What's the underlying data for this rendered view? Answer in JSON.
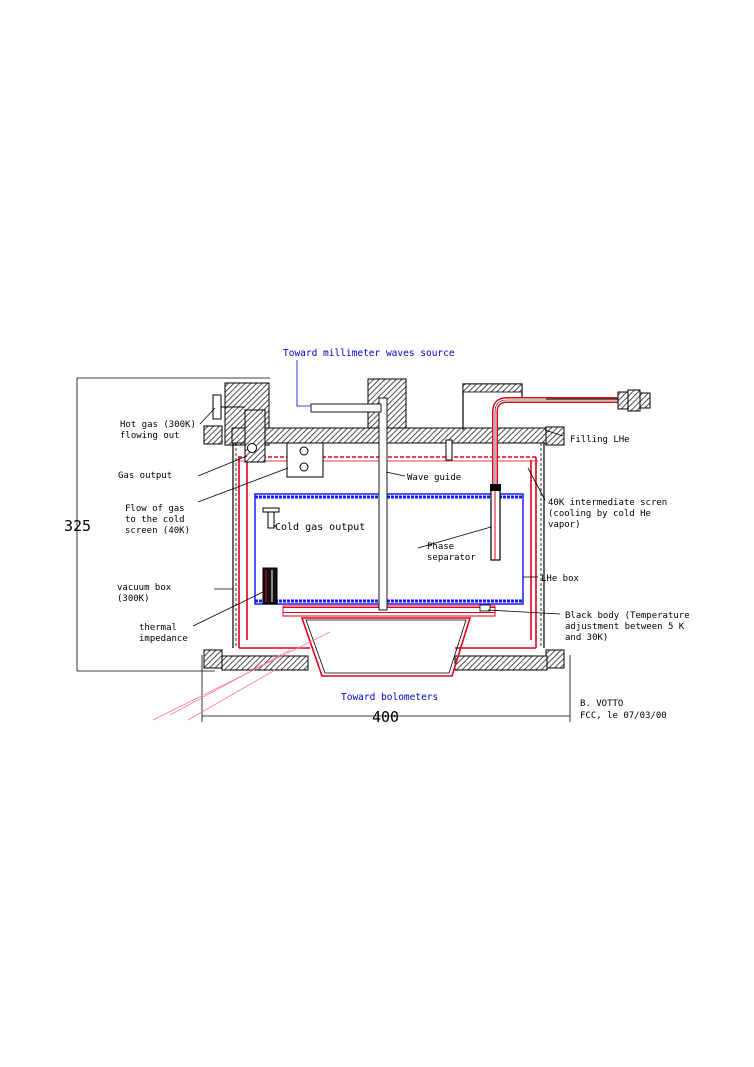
{
  "labels": {
    "toward_source": "Toward millimeter waves source",
    "hot_gas_1": "Hot gas (300K)",
    "hot_gas_2": "flowing out",
    "filling": "Filling LHe",
    "gas_output": "Gas output",
    "wave_guide": "Wave guide",
    "screen_1": "40K intermediate scren",
    "screen_2": "(cooling by cold He",
    "screen_3": "vapor)",
    "flow_1": "Flow of gas",
    "flow_2": "to the cold",
    "flow_3": "screen (40K)",
    "cold_gas": "Cold gas output",
    "phase_1": "Phase",
    "phase_2": "separator",
    "vacuum_1": "vacuum box",
    "vacuum_2": "(300K)",
    "lhe_box": "LHe box",
    "thermal_1": "thermal",
    "thermal_2": "impedance",
    "bb_1": "Black body (Temperature",
    "bb_2": "adjustment between 5 K",
    "bb_3": "and 30K)",
    "toward_bolo": "Toward bolometers",
    "author": "B. VOTTO",
    "date": "FCC, le 07/03/00",
    "dim_height": "325",
    "dim_width": "400"
  },
  "colors": {
    "outline": "#000000",
    "hatch": "#333333",
    "red": "#e3001b",
    "blue": "#1a1aff",
    "label_blue": "#0000cc",
    "pink": "#ff7aa2"
  }
}
